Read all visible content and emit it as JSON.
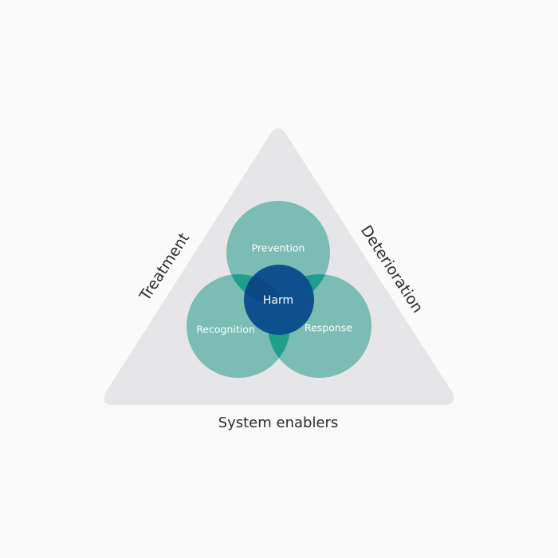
{
  "diagram": {
    "left_side_label": "Treatment",
    "right_side_label": "Deterioration",
    "bottom_label": "System enablers",
    "circles": {
      "top": "Prevention",
      "left": "Recognition",
      "right": "Response",
      "center": "Harm"
    }
  },
  "colors": {
    "background": "#fafafa",
    "triangle": "#e6e6e8",
    "circle_fill": "#7bbcb4",
    "overlap_fill": "#1f9e8e",
    "center_fill": "#0e4f8e",
    "text_dark": "#2b2b2b",
    "text_light": "#ffffff"
  }
}
